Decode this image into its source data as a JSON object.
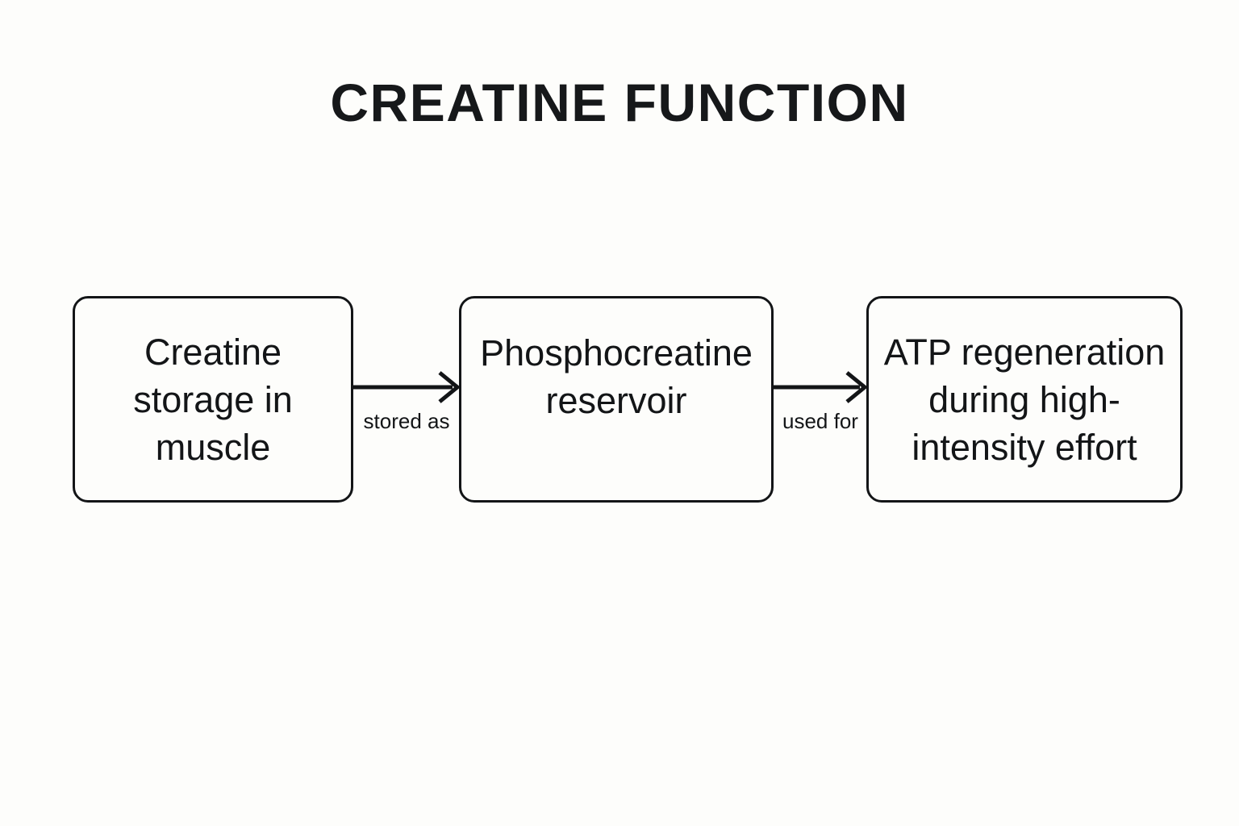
{
  "title": "CREATINE FUNCTION",
  "theme": {
    "background": "#fdfdfb",
    "stroke": "#131517",
    "text": "#131517",
    "node_fill": "#fdfdfb"
  },
  "chart_data": {
    "type": "diagram",
    "title": "CREATINE FUNCTION",
    "orientation": "left-to-right",
    "nodes": [
      {
        "id": "creatine-storage",
        "label": "Creatine storage in muscle"
      },
      {
        "id": "phosphocreatine-reservoir",
        "label": "Phosphocreatine reservoir"
      },
      {
        "id": "atp-regeneration",
        "label": "ATP regeneration during high-intensity effort"
      }
    ],
    "edges": [
      {
        "from": "creatine-storage",
        "to": "phosphocreatine-reservoir",
        "label": "stored as"
      },
      {
        "from": "phosphocreatine-reservoir",
        "to": "atp-regeneration",
        "label": "used for"
      }
    ]
  },
  "nodes": [
    {
      "label": "Creatine storage in muscle"
    },
    {
      "label": "Phosphocreatine reservoir"
    },
    {
      "label": "ATP regeneration during high-intensity effort"
    }
  ],
  "edges": [
    {
      "label": "stored as"
    },
    {
      "label": "used for"
    }
  ]
}
